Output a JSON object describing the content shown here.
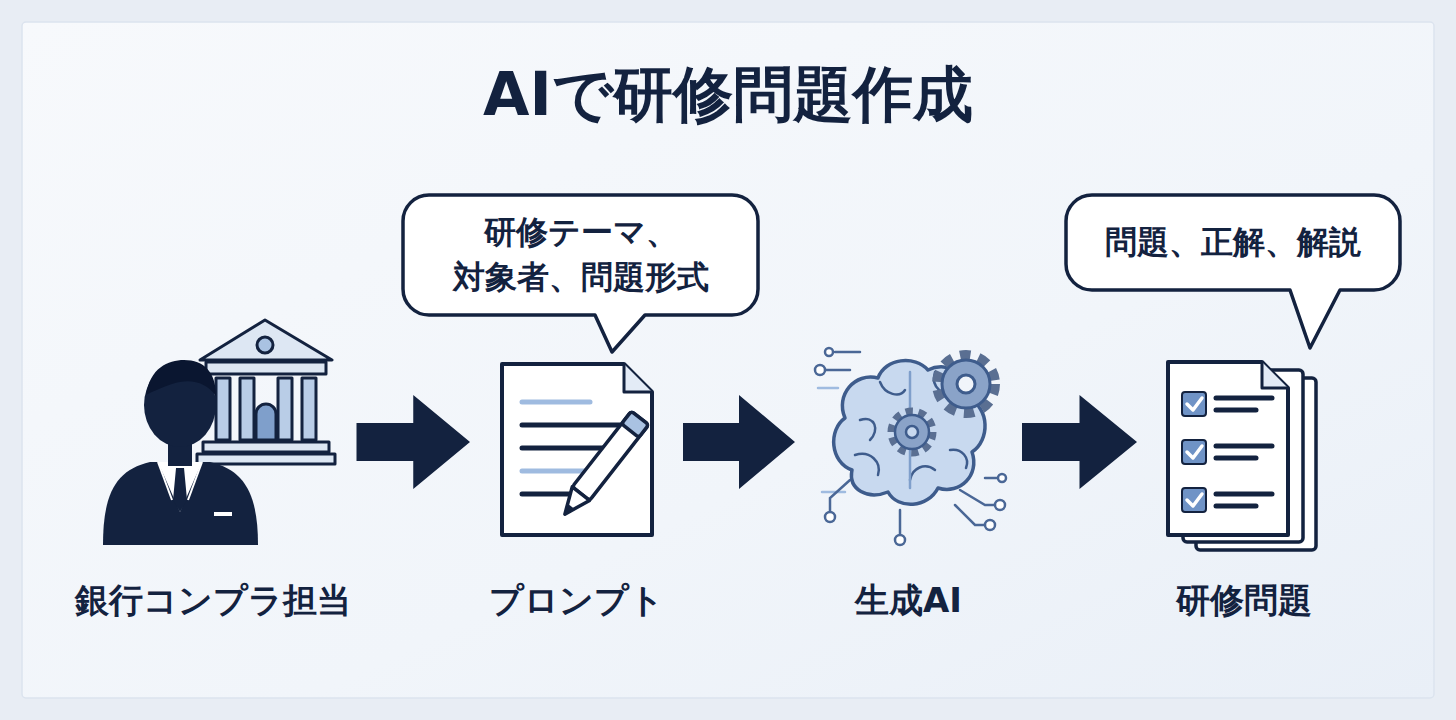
{
  "diagram": {
    "title": "AIで研修問題作成",
    "nodes": [
      {
        "text": [
          "銀行コンプラ担当"
        ]
      },
      {
        "text": [
          "プロンプト"
        ]
      },
      {
        "text": [
          "研修テーマ、 対象者、問題形式"
        ]
      },
      {
        "text": [
          "生成AI"
        ]
      },
      {
        "text": [
          "研修問題"
        ]
      },
      {
        "text": [
          "問題、正解、解説"
        ]
      }
    ],
    "edges": [
      {
        "from": 0,
        "to": 1,
        "arrow": "to"
      },
      {
        "from": 1,
        "to": 3,
        "arrow": "to"
      },
      {
        "from": 3,
        "to": 4,
        "arrow": "to"
      }
    ]
  }
}
